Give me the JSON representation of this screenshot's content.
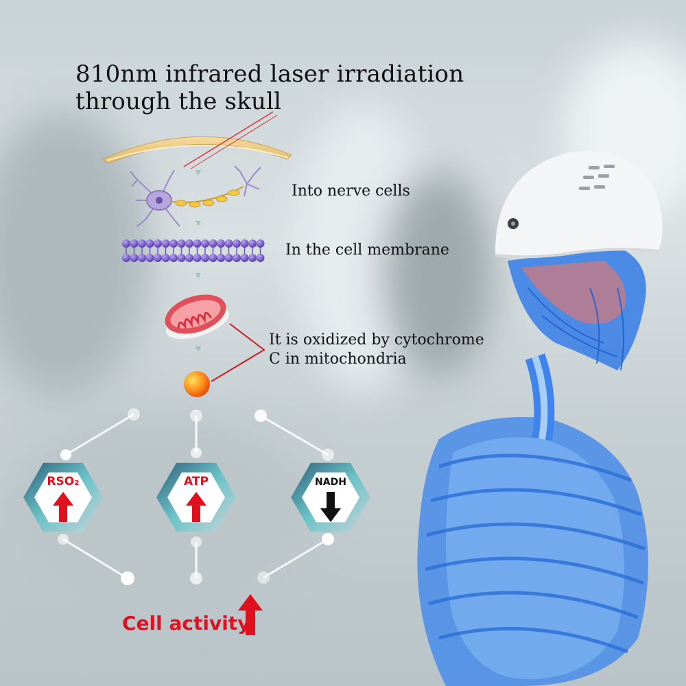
{
  "title": {
    "line1": "810nm infrared laser irradiation",
    "line2": "through the skull"
  },
  "steps": {
    "nerve": "Into nerve cells",
    "membrane": "In the cell membrane",
    "mito_line1": "It is oxidized by cytochrome",
    "mito_line2": "C in mitochondria"
  },
  "indicators": [
    {
      "label": "RSO₂",
      "direction": "up",
      "color": "#e0101c"
    },
    {
      "label": "ATP",
      "direction": "up",
      "color": "#e0101c"
    },
    {
      "label": "NADH",
      "direction": "down",
      "color": "#111111"
    }
  ],
  "footer": {
    "cell_activity": "Cell activity",
    "direction": "up"
  },
  "colors": {
    "accent": "#e0101c",
    "hex_teal": "#5fb8bf",
    "hex_navy": "#1f4a66",
    "skeleton_blue": "#2f7fe0"
  }
}
